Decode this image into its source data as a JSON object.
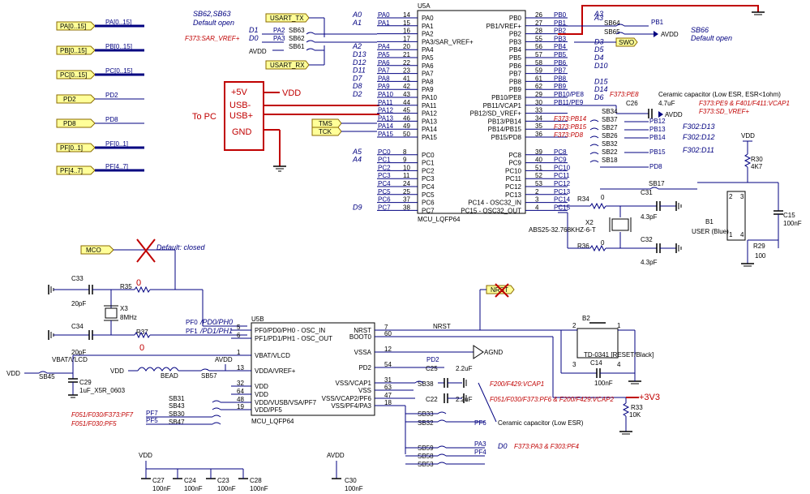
{
  "ports": {
    "pa": "PA[0..15]",
    "pb": "PB[0..15]",
    "pc": "PC[0..15]",
    "pd2": "PD2",
    "pd8": "PD8",
    "pf01": "PF[0..1]",
    "pf47": "PF[4..7]",
    "usart_tx": "USART_TX",
    "usart_rx": "USART_RX",
    "swo": "SWO",
    "tms": "TMS",
    "tck": "TCK",
    "mco": "MCO",
    "nrst": "NRST"
  },
  "bus_labels": {
    "pa": "PA[0..15]",
    "pb": "PB[0..15]",
    "pc": "PC[0..15]",
    "pd2": "PD2",
    "pd8": "PD8",
    "pf01": "PF[0..1]",
    "pf47": "PF[4..7]"
  },
  "u5a": {
    "ref": "U5A",
    "name": "MCU_LQFP64",
    "left_pins": [
      {
        "alt": "A0",
        "net": "PA0",
        "num": "14",
        "pin": "PA0"
      },
      {
        "alt": "A1",
        "net": "PA1",
        "num": "15",
        "pin": "PA1"
      },
      {
        "alt": "",
        "net": "",
        "num": "16",
        "pin": "PA2"
      },
      {
        "alt": "",
        "net": "",
        "num": "17",
        "pin": "PA3/SAR_VREF+"
      },
      {
        "alt": "A2",
        "net": "PA4",
        "num": "20",
        "pin": "PA4"
      },
      {
        "alt": "D13",
        "net": "PA5",
        "num": "21",
        "pin": "PA5"
      },
      {
        "alt": "D12",
        "net": "PA6",
        "num": "22",
        "pin": "PA6"
      },
      {
        "alt": "D11",
        "net": "PA7",
        "num": "23",
        "pin": "PA7"
      },
      {
        "alt": "D7",
        "net": "PA8",
        "num": "41",
        "pin": "PA8"
      },
      {
        "alt": "D8",
        "net": "PA9",
        "num": "42",
        "pin": "PA9"
      },
      {
        "alt": "D2",
        "net": "PA10",
        "num": "43",
        "pin": "PA10"
      },
      {
        "alt": "",
        "net": "PA11",
        "num": "44",
        "pin": "PA11"
      },
      {
        "alt": "",
        "net": "PA12",
        "num": "45",
        "pin": "PA12"
      },
      {
        "alt": "",
        "net": "PA13",
        "num": "46",
        "pin": "PA13"
      },
      {
        "alt": "",
        "net": "PA14",
        "num": "49",
        "pin": "PA14"
      },
      {
        "alt": "",
        "net": "PA15",
        "num": "50",
        "pin": "PA15"
      },
      {
        "alt": "A5",
        "net": "PC0",
        "num": "8",
        "pin": "PC0"
      },
      {
        "alt": "A4",
        "net": "PC1",
        "num": "9",
        "pin": "PC1"
      },
      {
        "alt": "",
        "net": "PC2",
        "num": "10",
        "pin": "PC2"
      },
      {
        "alt": "",
        "net": "PC3",
        "num": "11",
        "pin": "PC3"
      },
      {
        "alt": "",
        "net": "PC4",
        "num": "24",
        "pin": "PC4"
      },
      {
        "alt": "",
        "net": "PC5",
        "num": "25",
        "pin": "PC5"
      },
      {
        "alt": "",
        "net": "PC6",
        "num": "37",
        "pin": "PC6"
      },
      {
        "alt": "D9",
        "net": "PC7",
        "num": "38",
        "pin": "PC7"
      }
    ],
    "right_pins": [
      {
        "pin": "PB0",
        "num": "26",
        "net": "PB0",
        "alt": "A3"
      },
      {
        "pin": "PB1/VREF+",
        "num": "27",
        "net": "PB1",
        "alt": ""
      },
      {
        "pin": "PB2",
        "num": "28",
        "net": "PB2",
        "alt": ""
      },
      {
        "pin": "PB3",
        "num": "55",
        "net": "PB3",
        "alt": "D3"
      },
      {
        "pin": "PB4",
        "num": "56",
        "net": "PB4",
        "alt": "D5"
      },
      {
        "pin": "PB5",
        "num": "57",
        "net": "PB5",
        "alt": "D4"
      },
      {
        "pin": "PB6",
        "num": "58",
        "net": "PB6",
        "alt": "D10"
      },
      {
        "pin": "PB7",
        "num": "59",
        "net": "PB7",
        "alt": ""
      },
      {
        "pin": "PB8",
        "num": "61",
        "net": "PB8",
        "alt": "D15"
      },
      {
        "pin": "PB9",
        "num": "62",
        "net": "PB9",
        "alt": "D14"
      },
      {
        "pin": "PB10/PE8",
        "num": "29",
        "net": "PB10/PE8",
        "alt": "D6"
      },
      {
        "pin": "PB11/VCAP1",
        "num": "30",
        "net": "PB11/PE9",
        "alt": ""
      },
      {
        "pin": "PB12/SD_VREF+",
        "num": "33",
        "net": "",
        "alt": ""
      },
      {
        "pin": "PB13/PB14",
        "num": "34",
        "net": "",
        "alt": ""
      },
      {
        "pin": "PB14/PB15",
        "num": "35",
        "net": "",
        "alt": ""
      },
      {
        "pin": "PB15/PD8",
        "num": "36",
        "net": "",
        "alt": ""
      },
      {
        "pin": "PC8",
        "num": "39",
        "net": "PC8",
        "alt": ""
      },
      {
        "pin": "PC9",
        "num": "40",
        "net": "PC9",
        "alt": ""
      },
      {
        "pin": "PC10",
        "num": "51",
        "net": "PC10",
        "alt": ""
      },
      {
        "pin": "PC11",
        "num": "52",
        "net": "PC11",
        "alt": ""
      },
      {
        "pin": "PC12",
        "num": "53",
        "net": "PC12",
        "alt": ""
      },
      {
        "pin": "PC13",
        "num": "2",
        "net": "PC13",
        "alt": ""
      },
      {
        "pin": "PC14 - OSC32_IN",
        "num": "3",
        "net": "PC14",
        "alt": ""
      },
      {
        "pin": "PC15 - OSC32_OUT",
        "num": "4",
        "net": "PC15",
        "alt": ""
      }
    ]
  },
  "u5b": {
    "ref": "U5B",
    "name": "MCU_LQFP64",
    "left_pins": [
      {
        "pin": "PF0/PD0/PH0 - OSC_IN",
        "num": "5"
      },
      {
        "pin": "PF1/PD1/PH1 - OSC_OUT",
        "num": "6"
      },
      {
        "pin": "VBAT/VLCD",
        "num": "1"
      },
      {
        "pin": "VDDA/VREF+",
        "num": "13"
      },
      {
        "pin": "VDD",
        "num": "32"
      },
      {
        "pin": "VDD",
        "num": "64"
      },
      {
        "pin": "VDD/VUSB/VSA/PF7",
        "num": "48"
      },
      {
        "pin": "VDD/PF5",
        "num": "19"
      }
    ],
    "right_pins": [
      {
        "pin": "NRST",
        "num": "7"
      },
      {
        "pin": "BOOT0",
        "num": "60"
      },
      {
        "pin": "VSSA",
        "num": "12"
      },
      {
        "pin": "PD2",
        "num": "54"
      },
      {
        "pin": "VSS/VCAP1",
        "num": "31"
      },
      {
        "pin": "VSS",
        "num": "63"
      },
      {
        "pin": "VSS/VCAP2/PF6",
        "num": "47"
      },
      {
        "pin": "VSS/PF4/PA3",
        "num": "18"
      }
    ]
  },
  "top_left": {
    "sb_note": "SB62,SB63",
    "sb_note2": "Default open",
    "d1": "D1",
    "d0": "D0",
    "f373": "F373:SAR_VREF+",
    "pa2": "PA2",
    "pa3": "PA3",
    "sb63": "SB63",
    "sb62": "SB62",
    "sb61": "SB61",
    "avdd": "AVDD"
  },
  "usb_box": {
    "plus5v": "+5V",
    "usbm": "USB-",
    "usbp": "USB+",
    "gnd": "GND",
    "vdd": "VDD",
    "to_pc": "To PC"
  },
  "right_side": {
    "a3": "A3",
    "sb64": "SB64",
    "sb65": "SB65",
    "pb1": "PB1",
    "avdd": "AVDD",
    "sb66": "SB66",
    "sb66_note": "Default open",
    "f373_pe8": "F373:PE8",
    "f373_pb14": "F373:PB14",
    "f373_pb15": "F373:PB15",
    "f373_pd8": "F373:PD8",
    "cer1": "Ceramic capacitor (Low ESR, ESR<1ohm)",
    "c26": "C26",
    "c26v": "4.7uF",
    "avdd2": "AVDD",
    "f373_pe9": "F373:PE9 & F401/F411:VCAP1",
    "f373_sd": "F373:SD_VREF+",
    "sb34": "SB34",
    "sb37": "SB37",
    "sb27": "SB27",
    "sb26": "SB26",
    "sb32": "SB32",
    "sb22": "SB22",
    "sb18": "SB18",
    "sb17": "SB17",
    "pb12": "PB12",
    "pb13": "PB13",
    "pb14": "PB14",
    "pb15": "PB15",
    "pd8": "PD8",
    "f302_d13": "F302:D13",
    "f302_d12": "F302:D12",
    "f302_d11": "F302:D11",
    "vdd": "VDD",
    "r30": "R30",
    "r30v": "4K7",
    "b1": "B1",
    "b1v": "USER (Blue)",
    "c15": "C15",
    "c15v": "100nF",
    "r29": "R29",
    "r29v": "100",
    "r34": "R34",
    "r34v": "0",
    "r36": "R36",
    "r36v": "0",
    "c31": "C31",
    "c31v": "4.3pF",
    "c32": "C32",
    "c32v": "4.3pF",
    "x2": "X2",
    "x2v": "ABS25-32.768KHZ-6-T"
  },
  "bottom": {
    "mco": "MCO",
    "default_closed": "Default: closed",
    "c33": "C33",
    "c33v": "20pF",
    "r35": "R35",
    "r35v": "0",
    "x3": "X3",
    "x3v": "8MHz",
    "c34": "C34",
    "c34v": "20pF",
    "r37": "R37",
    "r37v": "0",
    "pf0": "PF0",
    "pf0net": "/PD0/PH0",
    "pf1": "PF1",
    "pf1net": "/PD1/PH1",
    "vbat": "VBAT/VLCD",
    "vdd": "VDD",
    "sb45": "SB45",
    "c29": "C29",
    "c29v": "1uF_X5R_0603",
    "vdd2": "VDD",
    "bead": "BEAD",
    "sb57": "SB57",
    "avdd": "AVDD",
    "sb31": "SB31",
    "sb43": "SB43",
    "sb30": "SB30",
    "sb47": "SB47",
    "pf7": "PF7",
    "pf5": "PF5",
    "f051_pf7": "F051/F030/F373:PF7",
    "f051_pf5": "F051/F030:PF5",
    "nrst": "NRST",
    "nrst_net": "NRST",
    "agnd": "AGND",
    "pd2": "PD2",
    "c25": "C25",
    "c25v": "2.2uF",
    "c22": "C22",
    "c22v": "2.2uF",
    "sb38": "SB38",
    "sb33": "SB33",
    "sb32": "SB32",
    "pf6": "PF6",
    "f200": "F200/F429:VCAP1",
    "f051_pf6": "F051/F030/F373:PF6 & F200/F429:VCAP2",
    "cer2": "Ceramic capacitor (Low ESR)",
    "b2": "B2",
    "b2v": "TD-0341 [RESET/Black]",
    "c14": "C14",
    "c14v": "100nF",
    "plus3v3": "+3V3",
    "r33": "R33",
    "r33v": "10K",
    "sb59": "SB59",
    "sb58": "SB58",
    "sb53": "SB53",
    "pa3": "PA3",
    "pf4": "PF4",
    "d0": "D0",
    "f373_pa3": "F373:PA3 & F303:PF4",
    "vdd3": "VDD",
    "avdd3": "AVDD",
    "c27": "C27",
    "c27v": "100nF",
    "c24": "C24",
    "c24v": "100nF",
    "c23": "C23",
    "c23v": "100nF",
    "c28": "C28",
    "c28v": "100nF",
    "c30": "C30",
    "c30v": "100nF"
  },
  "colors": {
    "wire": "#000080",
    "red": "#c00000",
    "port_fill": "#ffff99"
  }
}
